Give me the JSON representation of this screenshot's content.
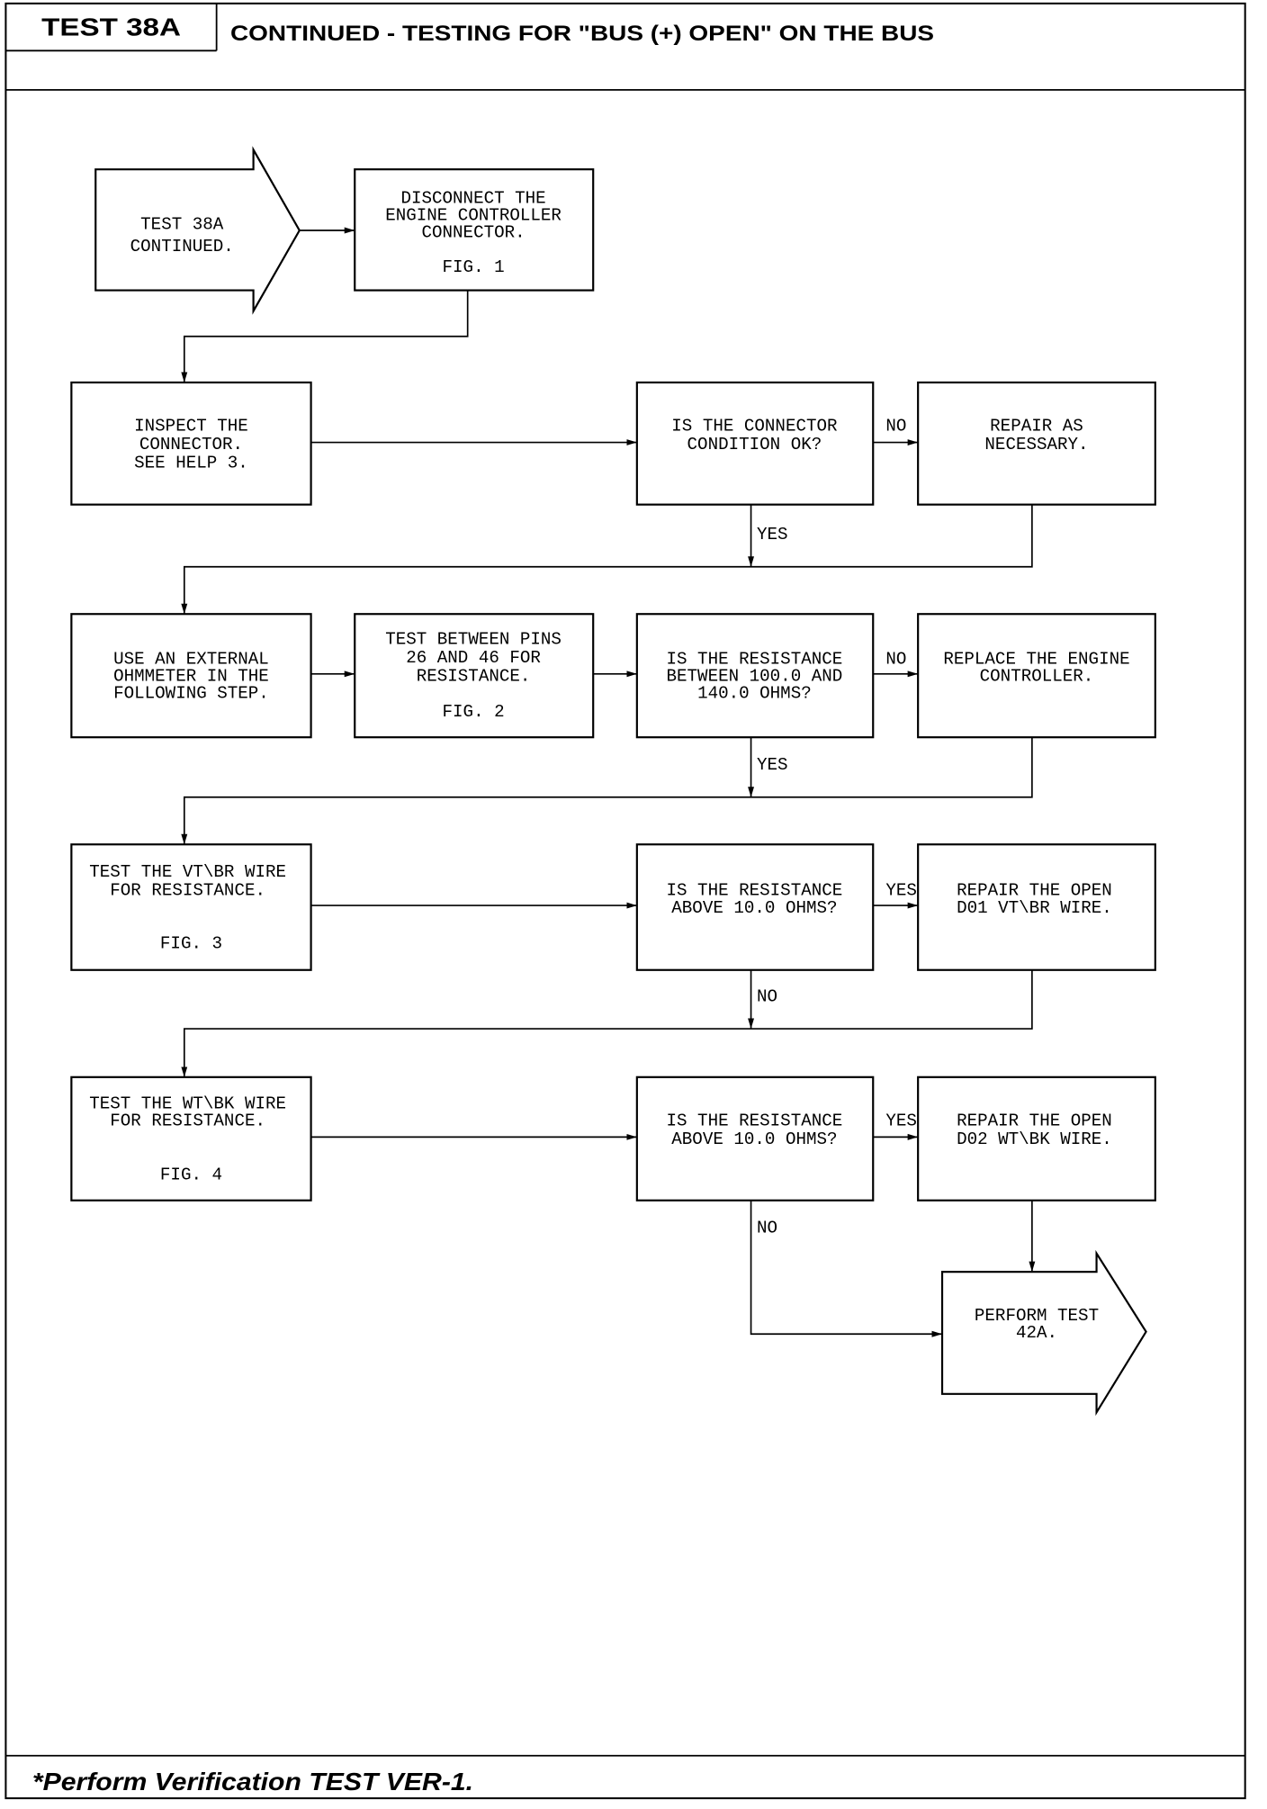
{
  "header": {
    "test_id": "TEST 38A",
    "title": "CONTINUED - TESTING FOR \"BUS (+) OPEN\" ON THE BUS"
  },
  "flowchart": {
    "start": {
      "lines": [
        "TEST 38A",
        "CONTINUED."
      ]
    },
    "disconnect_connector": {
      "lines": [
        "DISCONNECT THE",
        "ENGINE CONTROLLER",
        "CONNECTOR."
      ],
      "figure": "FIG. 1"
    },
    "inspect_connector": {
      "lines": [
        "INSPECT THE",
        "CONNECTOR.",
        "SEE HELP 3."
      ]
    },
    "connector_ok_decision": {
      "lines": [
        "IS THE CONNECTOR",
        "CONDITION OK?"
      ],
      "no_label": "NO",
      "yes_label": "YES"
    },
    "repair_connector": {
      "lines": [
        "REPAIR AS",
        "NECESSARY."
      ]
    },
    "use_ohmmeter": {
      "lines": [
        "USE AN EXTERNAL",
        "OHMMETER IN THE",
        "FOLLOWING STEP."
      ]
    },
    "test_pins": {
      "lines": [
        "TEST BETWEEN PINS",
        "26 AND 46 FOR",
        "RESISTANCE."
      ],
      "figure": "FIG. 2"
    },
    "resistance_range_decision": {
      "lines": [
        "IS THE RESISTANCE",
        "BETWEEN 100.0 AND",
        "140.0 OHMS?"
      ],
      "no_label": "NO",
      "yes_label": "YES"
    },
    "replace_controller": {
      "lines": [
        "REPLACE THE ENGINE",
        "CONTROLLER."
      ]
    },
    "test_vt_br": {
      "lines": [
        "TEST THE VT\\BR WIRE",
        "FOR RESISTANCE."
      ],
      "figure": "FIG. 3"
    },
    "vt_br_decision": {
      "lines": [
        "IS THE RESISTANCE",
        "ABOVE 10.0 OHMS?"
      ],
      "yes_label": "YES",
      "no_label": "NO"
    },
    "repair_vt_br": {
      "lines": [
        "REPAIR THE OPEN",
        "D01 VT\\BR WIRE."
      ]
    },
    "test_wt_bk": {
      "lines": [
        "TEST THE WT\\BK WIRE",
        "FOR RESISTANCE."
      ],
      "figure": "FIG. 4"
    },
    "wt_bk_decision": {
      "lines": [
        "IS THE RESISTANCE",
        "ABOVE 10.0 OHMS?"
      ],
      "yes_label": "YES",
      "no_label": "NO"
    },
    "repair_wt_bk": {
      "lines": [
        "REPAIR THE OPEN",
        "D02 WT\\BK WIRE."
      ]
    },
    "end": {
      "lines": [
        "PERFORM TEST",
        "42A."
      ]
    }
  },
  "footer": {
    "note": "*Perform Verification TEST VER-1."
  },
  "colors": {
    "ink": "#000000",
    "paper": "#ffffff"
  }
}
